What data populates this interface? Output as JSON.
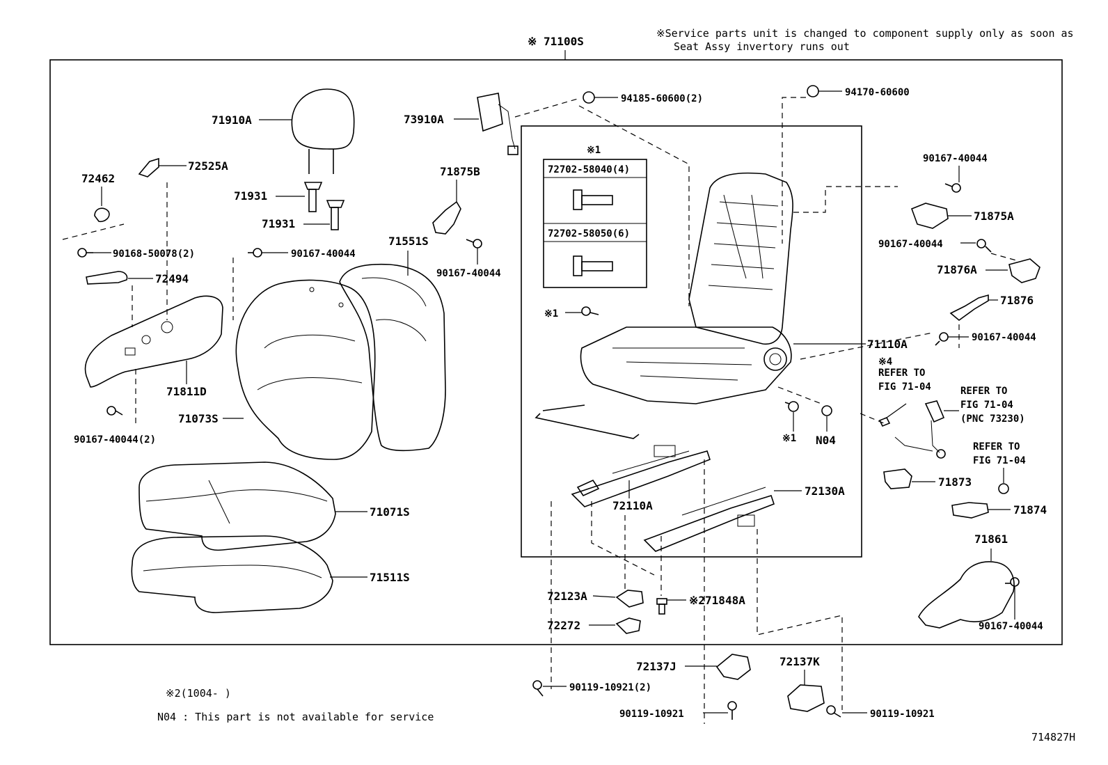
{
  "diagram": {
    "assy_number": "※ 71100S",
    "service_note_line1": "※Service parts unit is changed to component supply only as soon as",
    "service_note_line2": "Seat Assy invertory runs out",
    "footnote_mark2": "※2(1004-     )",
    "footnote_n04": "N04 : This part is not available for service",
    "figure_code": "714827H",
    "inset": {
      "mark": "※1",
      "row1_label": "72702-58040(4)",
      "row2_label": "72702-58050(6)"
    },
    "labels": {
      "p71910A": "71910A",
      "p72525A": "72525A",
      "p72462": "72462",
      "p71931a": "71931",
      "p71931b": "71931",
      "p90168": "90168-50078(2)",
      "p90167_a": "90167-40044",
      "p72494": "72494",
      "p71811D": "71811D",
      "p71073S": "71073S",
      "p90167_b": "90167-40044(2)",
      "p73910A": "73910A",
      "p71875B": "71875B",
      "p90167_c": "90167-40044",
      "p71551S": "71551S",
      "p71071S": "71071S",
      "p71511S": "71511S",
      "p94185": "94185-60600(2)",
      "p94170": "94170-60600",
      "p90167_d": "90167-40044",
      "p71875A": "71875A",
      "p90167_e": "90167-40044",
      "p71876A": "71876A",
      "p71876": "71876",
      "p90167_f": "90167-40044",
      "p71110A": "71110A",
      "p_x1_bolt": "※1",
      "p_x1_bolt2": "※1",
      "pN04": "N04",
      "p_x4": "※4",
      "ref1_l1": "REFER TO",
      "ref1_l2": "FIG 71-04",
      "ref2_l1": "REFER TO",
      "ref2_l2": "FIG 71-04",
      "ref2_l3": "(PNC 73230)",
      "ref3_l1": "REFER TO",
      "ref3_l2": "FIG 71-04",
      "p71873": "71873",
      "p71874": "71874",
      "p71861": "71861",
      "p90167_g": "90167-40044",
      "p72110A": "72110A",
      "p72130A": "72130A",
      "p72123A": "72123A",
      "p72272": "72272",
      "p71848A": "※271848A",
      "p72137J": "72137J",
      "p72137K": "72137K",
      "p90119_a": "90119-10921(2)",
      "p90119_b": "90119-10921",
      "p90119_c": "90119-10921"
    }
  }
}
